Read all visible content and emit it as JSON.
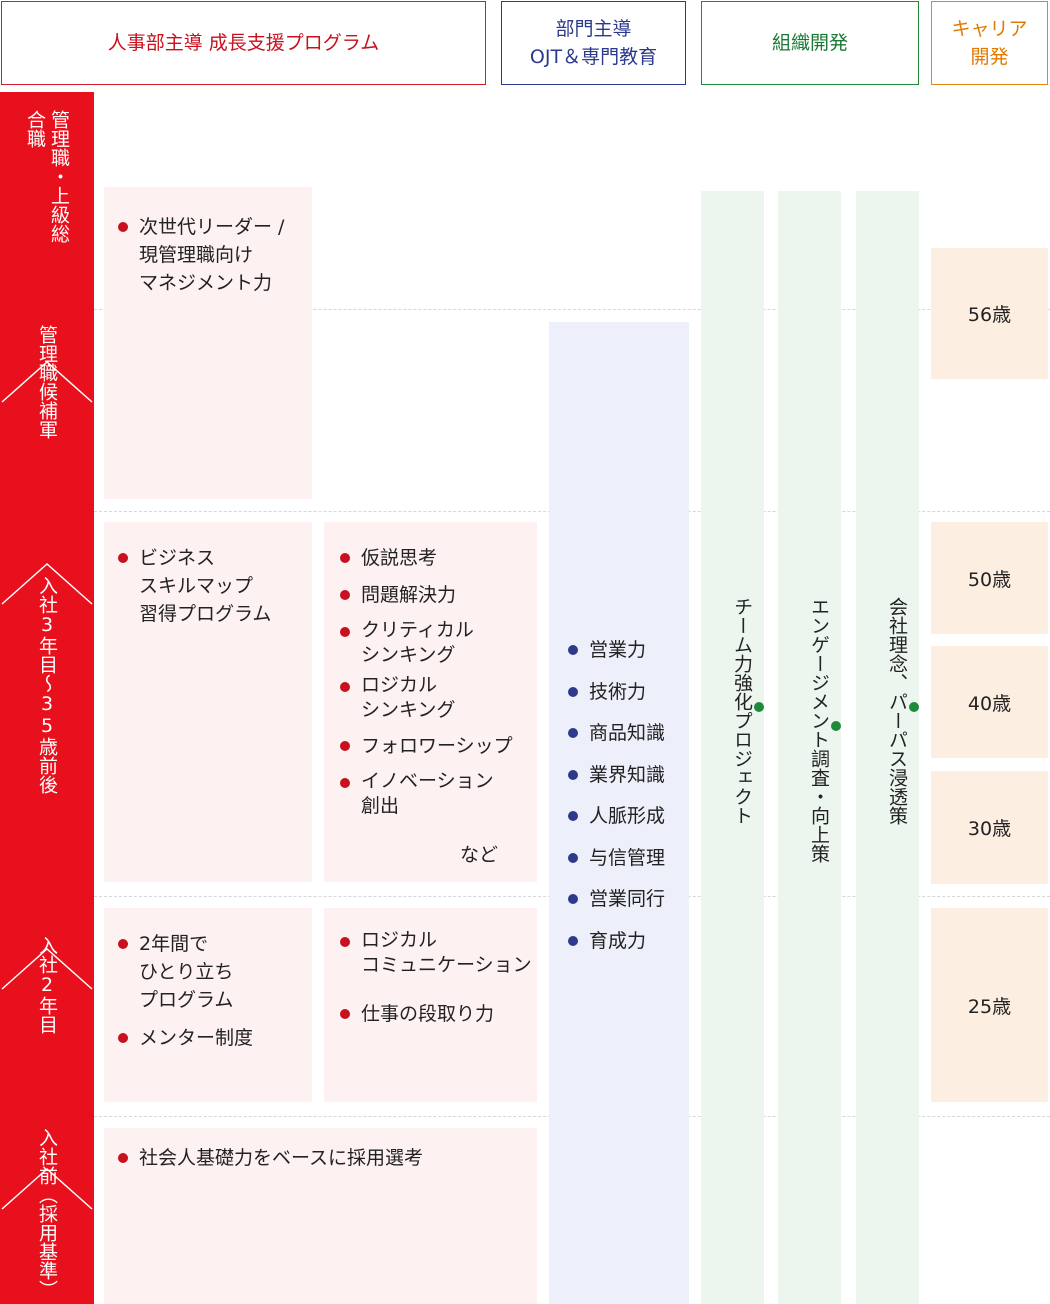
{
  "headers": {
    "hr": "人事部主導 成長支援プログラム",
    "dept": "部門主導\nOJT＆専門教育",
    "org": "組織開発",
    "career": "キャリア\n開発"
  },
  "stages": [
    "管理職・上級総合職",
    "管理職候補軍",
    "入社3年目〜35歳前後",
    "入社2年目",
    "入社前（採用基準）"
  ],
  "hr_programs": {
    "manager": [
      "次世代リーダー /\n現管理職向け\nマネジメント力"
    ],
    "mid_left": [
      "ビジネス\nスキルマップ\n習得プログラム"
    ],
    "mid_right": [
      "仮説思考",
      "問題解決力",
      "クリティカル\nシンキング",
      "ロジカル\nシンキング",
      "フォロワーシップ",
      "イノベーション\n創出"
    ],
    "mid_right_suffix": "など",
    "year2_left": [
      "2年間で\nひとり立ち\nプログラム",
      "メンター制度"
    ],
    "year2_right": [
      "ロジカル\nコミュニケーション",
      "仕事の段取り力"
    ],
    "pre_join": [
      "社会人基礎力をベースに採用選考"
    ]
  },
  "dept_skills": [
    "営業力",
    "技術力",
    "商品知識",
    "業界知識",
    "人脈形成",
    "与信管理",
    "営業同行",
    "育成力"
  ],
  "org_dev": [
    "チーム力強化プロジェクト",
    "エンゲージメント調査・向上策",
    "会社理念、パーパス浸透策"
  ],
  "career_ages": [
    "56歳",
    "50歳",
    "40歳",
    "30歳",
    "25歳"
  ],
  "colors": {
    "hr_red": "#e8101d",
    "dept_blue": "#2d3a8c",
    "org_green": "#1f8a3c",
    "career_orange": "#e07a00",
    "pink_bg": "#fdf1f2",
    "blue_bg": "#edf0fb",
    "green_bg": "#edf6ee",
    "peach_bg": "#fdeee2"
  }
}
